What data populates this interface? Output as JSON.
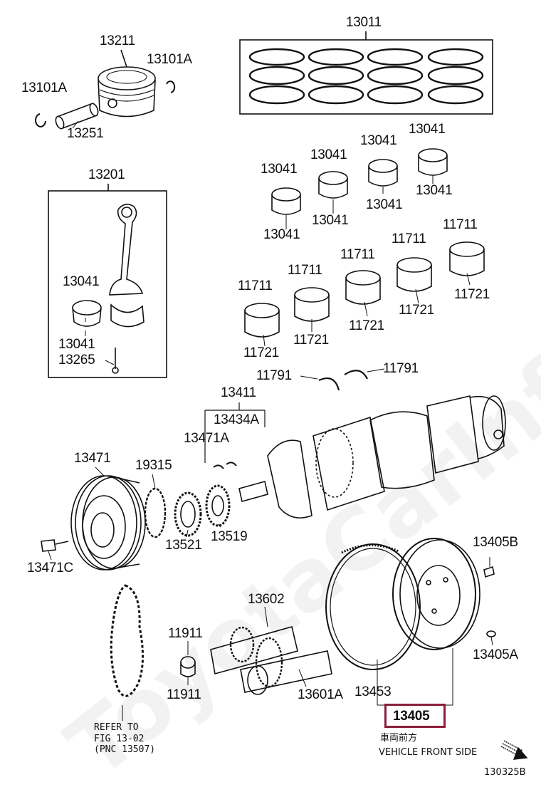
{
  "watermark": "ToyotaCarInfo.ru",
  "figure_id": "130325B",
  "labels": {
    "p13011": "13011",
    "p13211": "13211",
    "p13101A_r": "13101A",
    "p13101A_l": "13101A",
    "p13251": "13251",
    "p13201": "13201",
    "p13041_box1": "13041",
    "p13041_box2": "13041",
    "p13265": "13265",
    "p13041_a": "13041",
    "p13041_b": "13041",
    "p13041_c": "13041",
    "p13041_d": "13041",
    "p13041_e": "13041",
    "p13041_f": "13041",
    "p13041_g": "13041",
    "p13041_h": "13041",
    "p11711_a": "11711",
    "p11711_b": "11711",
    "p11711_c": "11711",
    "p11711_d": "11711",
    "p11711_e": "11711",
    "p11721_a": "11721",
    "p11721_b": "11721",
    "p11721_c": "11721",
    "p11721_d": "11721",
    "p11721_e": "11721",
    "p11791_a": "11791",
    "p11791_b": "11791",
    "p13411": "13411",
    "p13434A": "13434A",
    "p13471A": "13471A",
    "p13471": "13471",
    "p19315": "19315",
    "p13521": "13521",
    "p13519": "13519",
    "p13471C": "13471C",
    "p13405B": "13405B",
    "p13405A": "13405A",
    "p13602": "13602",
    "p11911_a": "11911",
    "p11911_b": "11911",
    "p13601A": "13601A",
    "p13453": "13453",
    "p13405": "13405"
  },
  "refer_note": {
    "line1": "REFER TO",
    "line2": "FIG  13-02",
    "line3": "(PNC  13507)"
  },
  "front_side": {
    "jp": "車両前方",
    "en": "VEHICLE FRONT SIDE"
  },
  "colors": {
    "highlight": "#8b1f3b",
    "ink": "#111111"
  }
}
